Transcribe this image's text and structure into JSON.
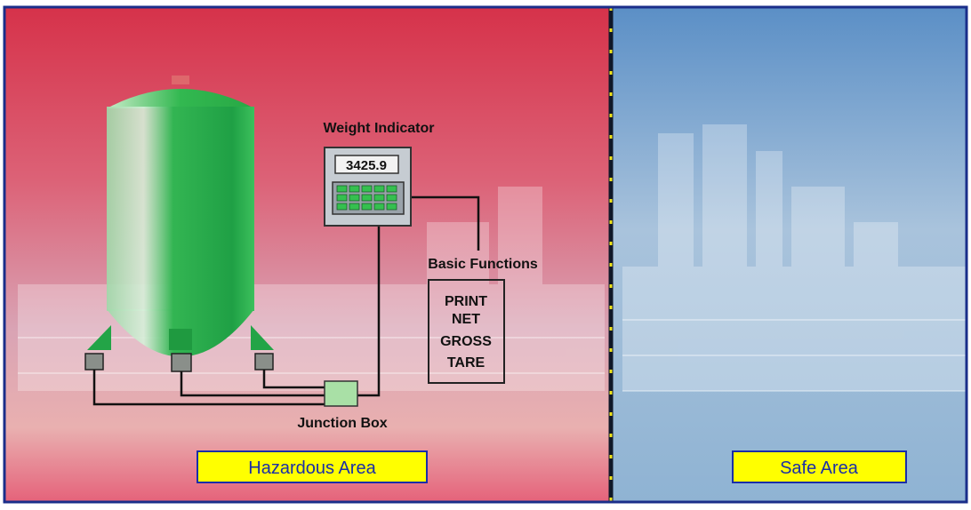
{
  "zones": {
    "hazardous": {
      "label": "Hazardous Area",
      "color_top": "#d8344a",
      "color_bottom": "#c5d5e8"
    },
    "safe": {
      "label": "Safe Area",
      "color_top": "#5f93c8",
      "color_bottom": "#c6d6e6"
    }
  },
  "weight_indicator": {
    "title": "Weight Indicator",
    "reading": "3425.9"
  },
  "basic_functions": {
    "title": "Basic Functions",
    "items": [
      "PRINT",
      "NET",
      "GROSS",
      "TARE"
    ]
  },
  "junction_box": {
    "label": "Junction Box"
  },
  "colors": {
    "tank_green": "#22b14c",
    "label_bg": "#ffff00",
    "label_border": "#1a2ea8",
    "label_text": "#1a2ea8",
    "barrier_dash": "#f2e61a",
    "frame": "#1a2e8a"
  }
}
